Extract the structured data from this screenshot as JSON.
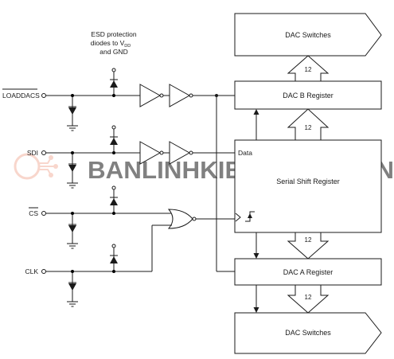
{
  "esd_note": {
    "line1": "ESD protection",
    "line2": "diodes to V",
    "line2_sub": "DD",
    "line3": "and GND"
  },
  "pins": {
    "loaddacs": "LOADDACS",
    "sdi": "SDI",
    "cs": "CS",
    "clk": "CLK"
  },
  "blocks": {
    "dac_switches_top": "DAC Switches",
    "dac_b_register": "DAC B Register",
    "serial_shift_register": "Serial Shift Register",
    "dac_a_register": "DAC A Register",
    "dac_switches_bottom": "DAC Switches"
  },
  "labels": {
    "data_input": "Data",
    "bus_width_top": "12",
    "bus_width_b": "12",
    "bus_width_a": "12",
    "bus_width_bottom": "12"
  },
  "watermark": {
    "text": "BANLINHKIENDIENTU.VN",
    "colors": [
      "#b9d3ea",
      "#f3c2b4"
    ]
  }
}
